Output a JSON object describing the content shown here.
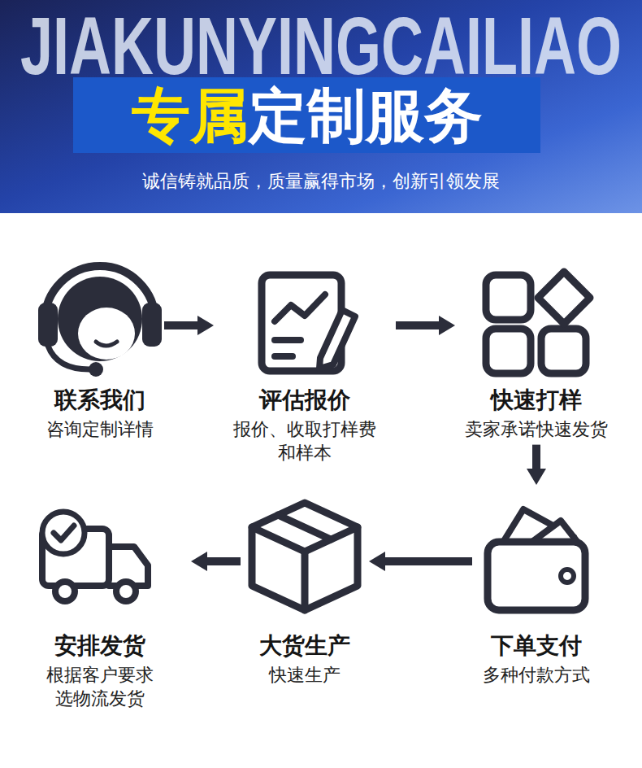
{
  "diagram": {
    "nodes": [
      {
        "text": [
          "专属",
          "定制服务"
        ]
      },
      {
        "text": [
          "联系我们",
          "咨询定制详情"
        ]
      },
      {
        "text": [
          "评估报价",
          "报价、收取打样费 和样本"
        ]
      },
      {
        "text": [
          "快速打样",
          "卖家承诺快速发货"
        ]
      },
      {
        "text": [
          "下单支付",
          "多种付款方式"
        ]
      },
      {
        "text": [
          "大货生产",
          "快速生产"
        ]
      },
      {
        "text": [
          "安排发货",
          "根据客户要求 选物流发货"
        ]
      }
    ],
    "edges": [
      {
        "from": 1,
        "to": 2,
        "arrow": "to"
      },
      {
        "from": 2,
        "to": 3,
        "arrow": "to"
      },
      {
        "from": 3,
        "to": 4,
        "arrow": "to"
      },
      {
        "from": 4,
        "to": 5,
        "arrow": "to"
      },
      {
        "from": 5,
        "to": 6,
        "arrow": "to"
      }
    ],
    "labels": [
      "JIAKUNYINGCAILIAO",
      "诚信铸就品质，质量赢得市场，创新引领发展"
    ]
  }
}
